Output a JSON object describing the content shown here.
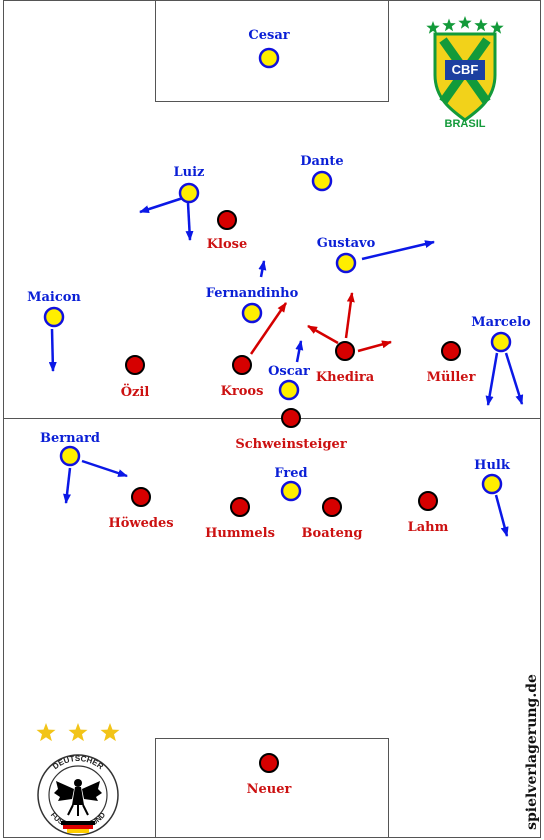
{
  "brazil_badge": {
    "initials": "CBF",
    "country": "BRASIL",
    "stars": 5,
    "colors": {
      "green": "#139a3a",
      "yellow": "#f2d21a",
      "blue": "#1c3fa0",
      "star": "#139a3a"
    }
  },
  "germany_badge": {
    "ring_top": "DEUTSCHER",
    "ring_bottom": "FUSSBALL-BUND",
    "stars": 3,
    "colors": {
      "star": "#f2c418",
      "black": "#000000",
      "red": "#dd0000",
      "gold": "#ffce00"
    }
  },
  "watermark": "spielverlagerung.de",
  "colors": {
    "brazil_fill": "#ffee00",
    "brazil_ring": "#1111dd",
    "brazil_label": "#0a1fd6",
    "brazil_arrow": "#0b18e6",
    "germany_fill": "#d60000",
    "germany_ring": "#000000",
    "germany_label": "#cc1111",
    "germany_arrow": "#d40000",
    "lines": "#555555"
  },
  "players": {
    "brazil": [
      {
        "id": "cesar",
        "name": "Cesar"
      },
      {
        "id": "luiz",
        "name": "Luiz"
      },
      {
        "id": "dante",
        "name": "Dante"
      },
      {
        "id": "gustavo",
        "name": "Gustavo"
      },
      {
        "id": "maicon",
        "name": "Maicon"
      },
      {
        "id": "fernandinho",
        "name": "Fernandinho"
      },
      {
        "id": "marcelo",
        "name": "Marcelo"
      },
      {
        "id": "oscar",
        "name": "Oscar"
      },
      {
        "id": "bernard",
        "name": "Bernard"
      },
      {
        "id": "fred",
        "name": "Fred"
      },
      {
        "id": "hulk",
        "name": "Hulk"
      }
    ],
    "germany": [
      {
        "id": "klose",
        "name": "Klose"
      },
      {
        "id": "ozil",
        "name": "Özil"
      },
      {
        "id": "kroos",
        "name": "Kroos"
      },
      {
        "id": "khedira",
        "name": "Khedira"
      },
      {
        "id": "muller",
        "name": "Müller"
      },
      {
        "id": "schweinsteiger",
        "name": "Schweinsteiger"
      },
      {
        "id": "howedes",
        "name": "Höwedes"
      },
      {
        "id": "hummels",
        "name": "Hummels"
      },
      {
        "id": "boateng",
        "name": "Boateng"
      },
      {
        "id": "lahm",
        "name": "Lahm"
      },
      {
        "id": "neuer",
        "name": "Neuer"
      }
    ]
  }
}
